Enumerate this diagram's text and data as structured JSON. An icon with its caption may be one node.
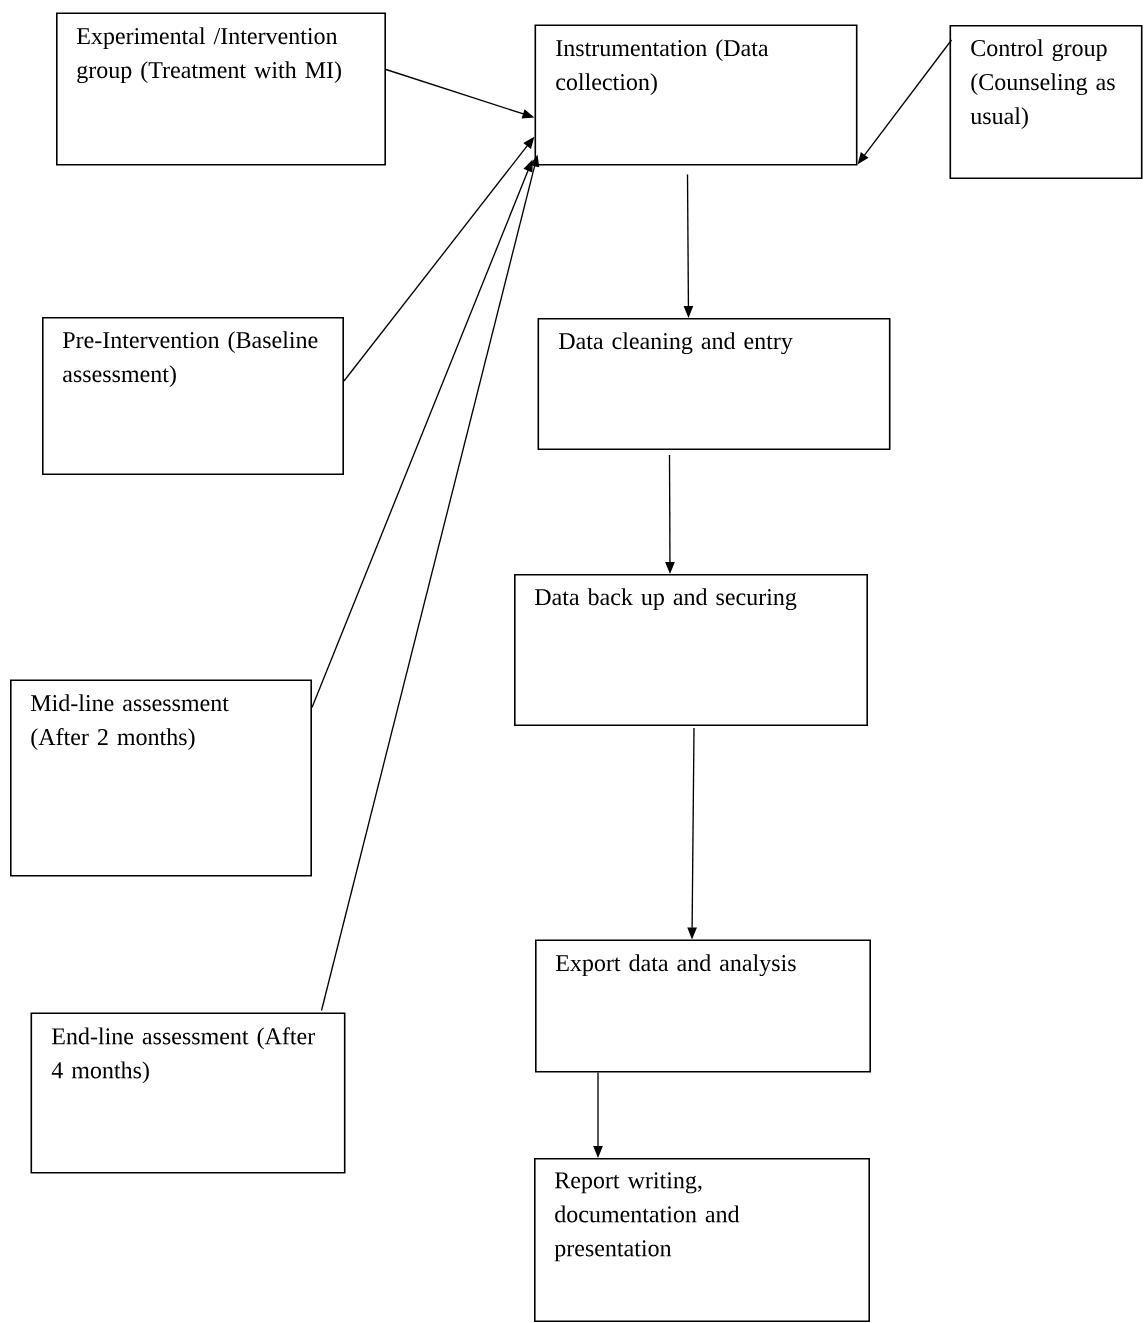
{
  "diagram": {
    "nodes": [
      {
        "text": [
          "Experimental /Intervention group (Treatment with MI)"
        ]
      },
      {
        "text": [
          "Instrumentation (Data collection)"
        ]
      },
      {
        "text": [
          "Control group (Counseling as usual)"
        ]
      },
      {
        "text": [
          "Pre-Intervention (Baseline assessment)"
        ]
      },
      {
        "text": [
          "Data cleaning and entry"
        ]
      },
      {
        "text": [
          "Mid-line assessment (After 2 months)"
        ]
      },
      {
        "text": [
          "Data back up and securing"
        ]
      },
      {
        "text": [
          "End-line assessment (After 4 months)"
        ]
      },
      {
        "text": [
          "Export data and analysis"
        ]
      },
      {
        "text": [
          "Report writing, documentation and presentation"
        ]
      }
    ],
    "edges": [
      {
        "from": 0,
        "to": 1,
        "arrow": "to"
      },
      {
        "from": 2,
        "to": 1,
        "arrow": "to"
      },
      {
        "from": 3,
        "to": 1,
        "arrow": "to"
      },
      {
        "from": 5,
        "to": 1,
        "arrow": "to"
      },
      {
        "from": 7,
        "to": 1,
        "arrow": "to"
      },
      {
        "from": 1,
        "to": 4,
        "arrow": "to"
      },
      {
        "from": 4,
        "to": 6,
        "arrow": "to"
      },
      {
        "from": 6,
        "to": 8,
        "arrow": "to"
      },
      {
        "from": 8,
        "to": 9,
        "arrow": "to"
      }
    ]
  }
}
